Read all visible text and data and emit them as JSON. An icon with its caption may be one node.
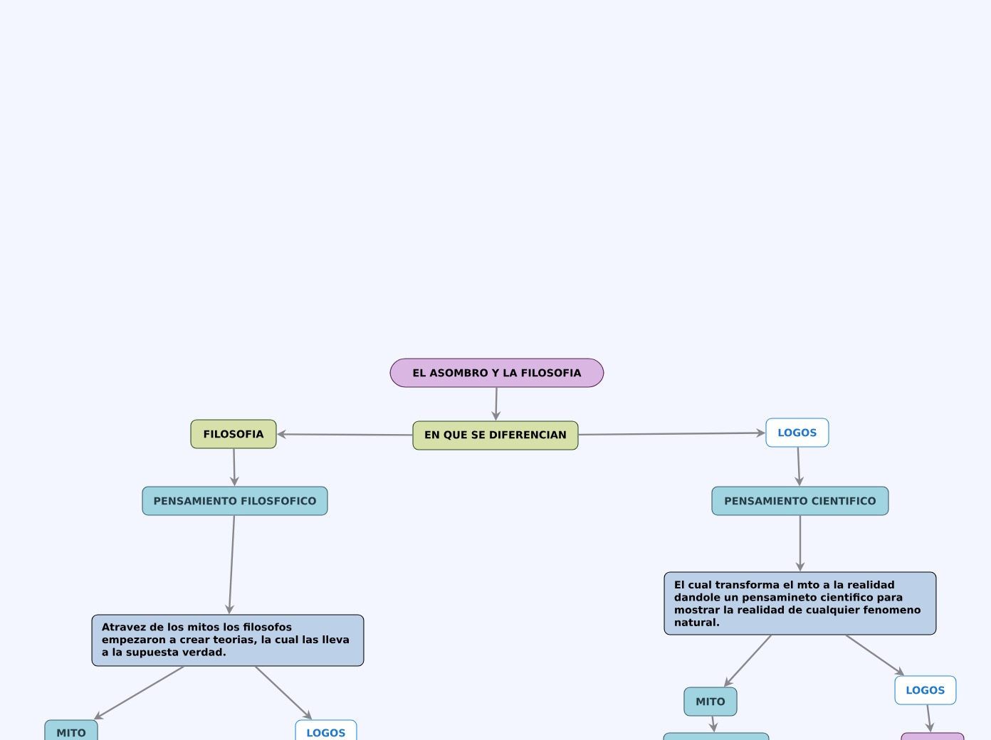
{
  "diagram": {
    "nodes": [
      {
        "text": [
          "EL ASOMBRO Y LA FILOSOFIA"
        ]
      },
      {
        "text": [
          "EN QUE SE DIFERENCIAN"
        ]
      },
      {
        "text": [
          "FILOSOFIA"
        ]
      },
      {
        "text": [
          "LOGOS"
        ]
      },
      {
        "text": [
          "PENSAMIENTO FILOSFOFICO"
        ]
      },
      {
        "text": [
          "PENSAMIENTO CIENTIFICO"
        ]
      },
      {
        "text": [
          "Atravez de los mitos los filosofos empezaron a crear teorias, la cual las lleva a la supuesta verdad."
        ]
      },
      {
        "text": [
          "El cual transforma el mto a la realidad dandole un pensamineto cientifico para mostrar la realidad de cualquier fenomeno natural."
        ]
      },
      {
        "text": [
          "MITO"
        ]
      },
      {
        "text": [
          "LOGOS"
        ]
      },
      {
        "text": [
          "MITO"
        ]
      },
      {
        "text": [
          "LOGOS"
        ]
      },
      {
        "text": [],
        "shape": "box"
      },
      {
        "text": [],
        "shape": "box"
      }
    ],
    "edges": [
      {
        "from": 0,
        "to": 1,
        "arrow": "to"
      },
      {
        "from": 1,
        "to": 2,
        "arrow": "to"
      },
      {
        "from": 1,
        "to": 3,
        "arrow": "to"
      },
      {
        "from": 2,
        "to": 4,
        "arrow": "to"
      },
      {
        "from": 3,
        "to": 5,
        "arrow": "to"
      },
      {
        "from": 4,
        "to": 6,
        "arrow": "to"
      },
      {
        "from": 5,
        "to": 7,
        "arrow": "to"
      },
      {
        "from": 6,
        "to": 8,
        "arrow": "to"
      },
      {
        "from": 6,
        "to": 9,
        "arrow": "to"
      },
      {
        "from": 7,
        "to": 10,
        "arrow": "to"
      },
      {
        "from": 7,
        "to": 11,
        "arrow": "to"
      },
      {
        "from": 10,
        "to": 12,
        "arrow": "to"
      },
      {
        "from": 11,
        "to": 13,
        "arrow": "to"
      }
    ]
  }
}
